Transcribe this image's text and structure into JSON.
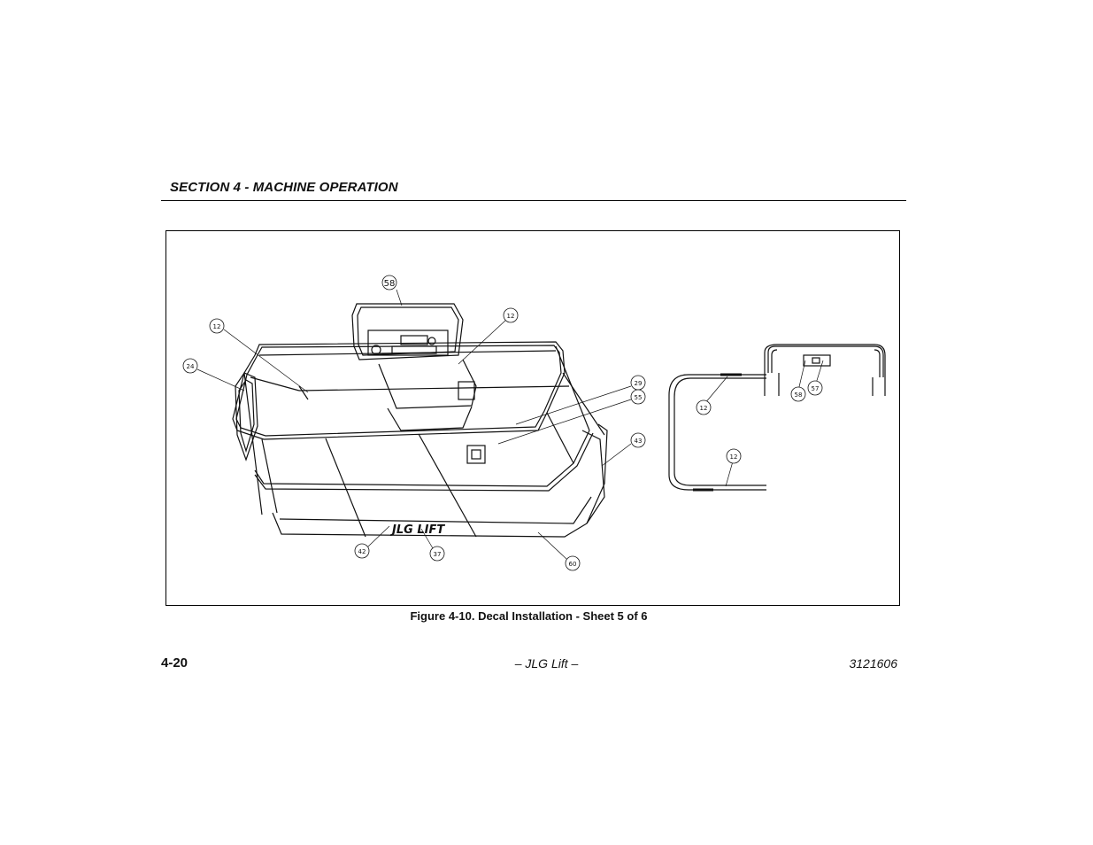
{
  "header": {
    "section_title": "SECTION 4 - MACHINE OPERATION"
  },
  "figure": {
    "caption": "Figure 4-10. Decal Installation - Sheet 5 of 6",
    "callouts": {
      "c58_top": "58",
      "c12_left": "12",
      "c12_top": "12",
      "c24": "24",
      "c29": "29",
      "c55": "55",
      "c43": "43",
      "c42": "42",
      "c37": "37",
      "c60": "60",
      "c12_side_a": "12",
      "c12_side_b": "12",
      "c58_side": "58",
      "c57": "57"
    },
    "decal_text": "JLG LIFT"
  },
  "footer": {
    "page_number": "4-20",
    "brand": "– JLG Lift –",
    "doc_number": "3121606"
  }
}
